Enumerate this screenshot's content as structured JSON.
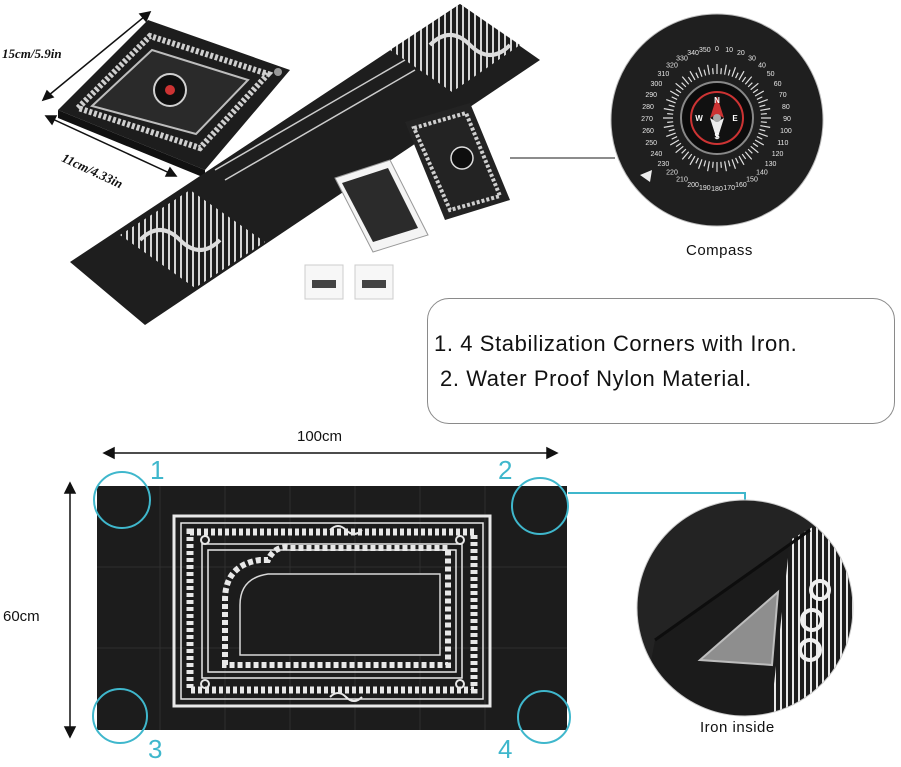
{
  "pouch_dims": {
    "height_label": "15cm/5.9in",
    "width_label": "11cm/4.33in"
  },
  "compass_label": "Compass",
  "features": [
    "1. 4 Stabilization Corners with Iron.",
    "2. Water Proof Nylon Material."
  ],
  "mat_dims": {
    "width_label": "100cm",
    "height_label": "60cm"
  },
  "corners": [
    "1",
    "2",
    "3",
    "4"
  ],
  "iron_label": "Iron inside",
  "colors": {
    "mat": "#1c1c1c",
    "pattern": "#e8e8e8",
    "accent": "#3fb7cc"
  },
  "compass_ticks": [
    "0",
    "10",
    "20",
    "30",
    "40",
    "50",
    "60",
    "70",
    "80",
    "90",
    "100",
    "110",
    "120",
    "130",
    "140",
    "150",
    "160",
    "170",
    "180",
    "190",
    "200",
    "210",
    "220",
    "230",
    "240",
    "250",
    "260",
    "270",
    "280",
    "290",
    "300",
    "310",
    "320",
    "330",
    "340",
    "350"
  ],
  "compass_letters": [
    "N",
    "E",
    "S",
    "W"
  ]
}
